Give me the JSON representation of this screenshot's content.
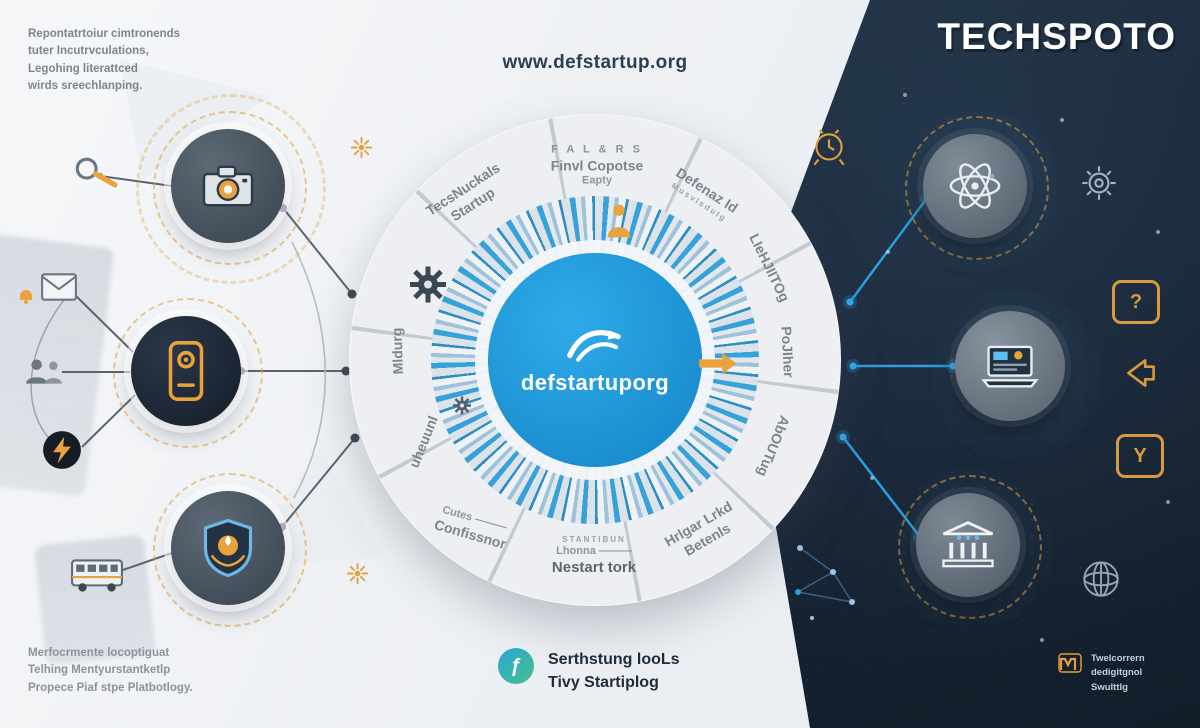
{
  "header": {
    "note_lines": [
      "Repontatrtoiur cimtronends",
      "tuter Incutrvculations,",
      "Legohing literattced",
      "wirds sreechlanping."
    ],
    "site_url": "www.defstartup.org",
    "brand": "TECHSPOTO"
  },
  "wheel": {
    "center_title": "defstartuporg",
    "segments": {
      "top_small": "F A L & R S",
      "top_main": "Finvl Copotse",
      "top_sub": "Eapty",
      "topleft_1": "TecsNuckals",
      "topleft_2": "Startup",
      "topright_1": "Defenaz Id",
      "topright_2": "MusvIsduIg",
      "right_1": "LIeHJIITOg",
      "right_2": "PoJIher",
      "right_3": "AbOUTug",
      "botright_1": "Hrlgar Lrkd",
      "botright_2": "Betenls",
      "bottom_small": "STANTIBUN",
      "bottom_mid": "Lhonna ———",
      "bottom_main": "Nestart tork",
      "botleft_small": "Cutes ———",
      "botleft_main": "Confissnor",
      "left_1": "uheuunl",
      "left_2": "Mldurg"
    }
  },
  "right_panel": {
    "question_glyph": "?",
    "y_glyph": "Y"
  },
  "footer": {
    "center_icon_glyph": "ƒ",
    "center_line1": "Serthstung looLs",
    "center_line2": "Tivy Startiplog",
    "left_note": [
      "Merfocrmente locoptiguat",
      "Telhing Mentyurstantketlp",
      "Propece Piaf stpe Platbotlogy."
    ],
    "right_note": [
      "Twelcorrern",
      "dedigitgnol",
      "SwuIttIg"
    ]
  },
  "colors": {
    "accent_blue": "#2a9fe0",
    "accent_orange": "#e2a23f",
    "dark_navy": "#1b2838",
    "center_blue": "#1f9ce0"
  },
  "icons": [
    "camera-icon",
    "device-icon",
    "shield-flame-icon",
    "atom-icon",
    "laptop-icon",
    "bank-icon",
    "person-icon",
    "arrow-right-icon",
    "magnifier-icon",
    "envelope-icon",
    "bell-icon",
    "people-icon",
    "lightning-icon",
    "bus-icon",
    "gear-icon",
    "gear-sketch-icon",
    "question-bubble-icon",
    "arrow-left-icon",
    "y-bubble-icon",
    "globe-icon",
    "clock-icon",
    "sun-icon",
    "constellation-icon",
    "swoosh-logo-icon",
    "ma-logo-icon",
    "f-badge-icon"
  ]
}
